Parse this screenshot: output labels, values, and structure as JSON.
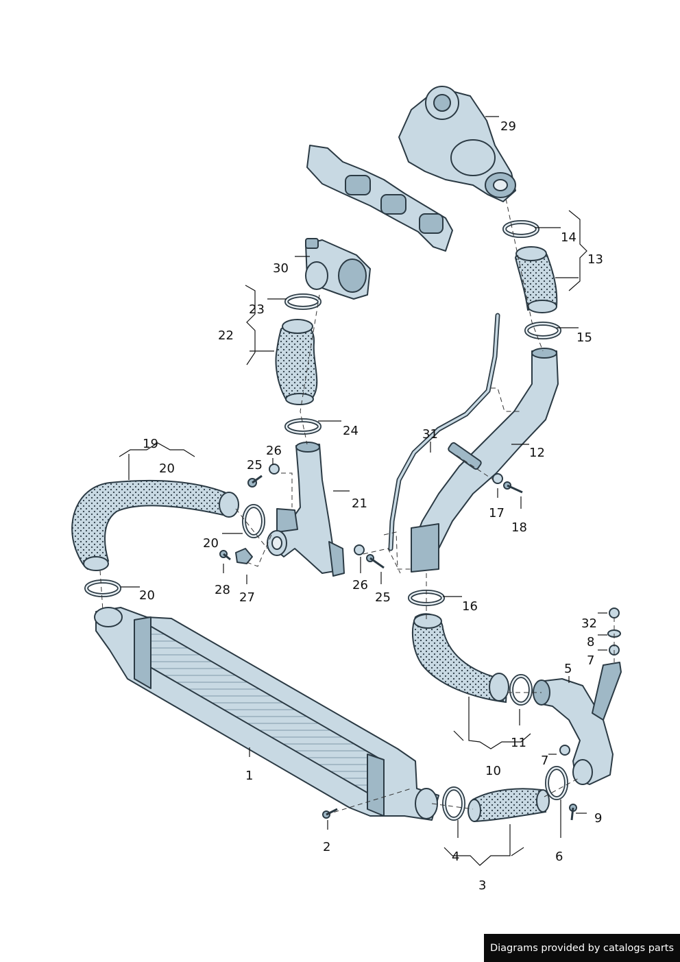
{
  "credit": "Diagrams provided by catalogs parts",
  "part_labels": {
    "p1": "1",
    "p2": "2",
    "p3": "3",
    "p4": "4",
    "p5": "5",
    "p6": "6",
    "p7a": "7",
    "p7b": "7",
    "p8": "8",
    "p9": "9",
    "p10": "10",
    "p11": "11",
    "p12": "12",
    "p13": "13",
    "p14": "14",
    "p15": "15",
    "p16": "16",
    "p17": "17",
    "p18": "18",
    "p19": "19",
    "p20a": "20",
    "p20b": "20",
    "p20c": "20",
    "p21": "21",
    "p22": "22",
    "p23": "23",
    "p24": "24",
    "p25a": "25",
    "p25b": "25",
    "p26a": "26",
    "p26b": "26",
    "p27": "27",
    "p28": "28",
    "p29": "29",
    "p30": "30",
    "p31": "31",
    "p32": "32"
  },
  "colors": {
    "part_fill": "#c8d9e3",
    "part_shade": "#9fb8c6",
    "outline": "#2b3a44"
  }
}
